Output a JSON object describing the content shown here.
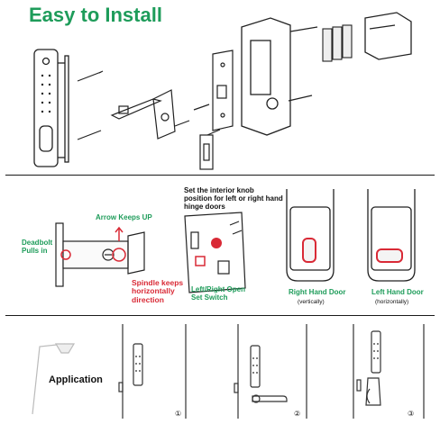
{
  "title": "Easy to Install",
  "accent_color": "#1e9c5a",
  "highlight_color": "#d92a36",
  "sections": {
    "installation": {
      "labels": []
    },
    "settings": {
      "deadbolt_label": "Deadbolt Pulls in",
      "arrow_label": "Arrow Keeps UP",
      "spindle_label": "Spindle keeps horizontally direction",
      "knob_heading": "Set the interior knob position for left or right hand hinge doors",
      "switch_label": "Left/Right Open Set Switch",
      "right_hand_label": "Right Hand Door",
      "right_hand_sub": "(vertically)",
      "left_hand_label": "Left Hand Door",
      "left_hand_sub": "(horizontally)"
    },
    "application": {
      "label": "Application",
      "panel_numbers": [
        "①",
        "②",
        "③"
      ]
    }
  }
}
